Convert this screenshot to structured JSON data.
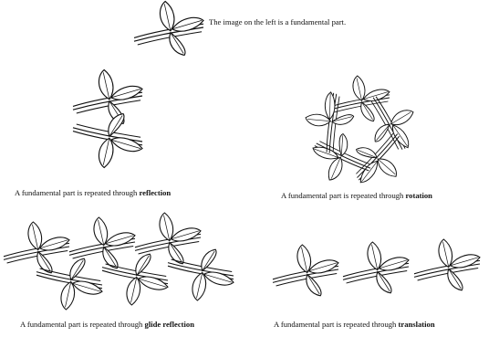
{
  "colors": {
    "ink": "#111111",
    "leaf_fill": "#ffffff",
    "background": "#ffffff"
  },
  "fundamental": {
    "caption": "The image on the left is a fundamental part."
  },
  "panels": [
    {
      "id": "reflection",
      "caption_prefix": "A fundamental part is repeated through",
      "caption_term": "reflection"
    },
    {
      "id": "rotation",
      "caption_prefix": "A fundamental part is repeated through",
      "caption_term": "rotation"
    },
    {
      "id": "glide-reflection",
      "caption_prefix": "A fundamental part is repeated through",
      "caption_term": "glide reflection"
    },
    {
      "id": "translation",
      "caption_prefix": "A fundamental part is repeated through",
      "caption_term": "translation"
    }
  ]
}
